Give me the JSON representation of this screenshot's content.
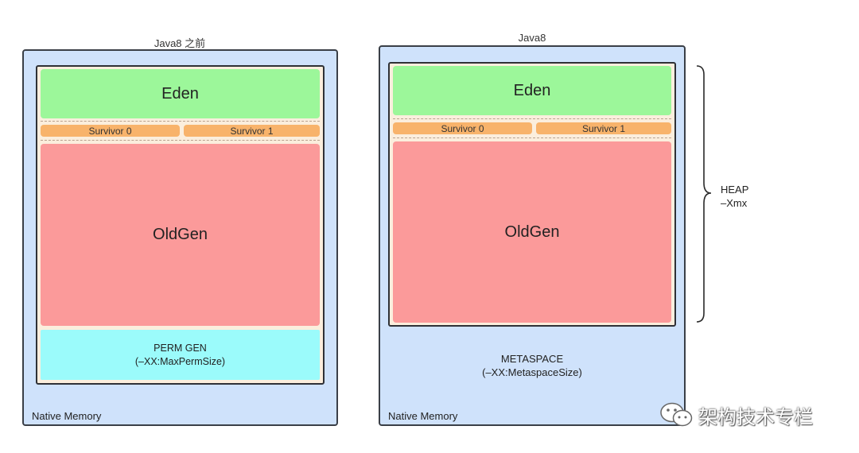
{
  "left": {
    "title": "Java8 之前",
    "eden": "Eden",
    "survivor0": "Survivor 0",
    "survivor1": "Survivor 1",
    "oldgen": "OldGen",
    "perm_line1": "PERM GEN",
    "perm_line2": "(–XX:MaxPermSize)",
    "native": "Native Memory"
  },
  "right": {
    "title": "Java8",
    "eden": "Eden",
    "survivor0": "Survivor 0",
    "survivor1": "Survivor 1",
    "oldgen": "OldGen",
    "meta_line1": "METASPACE",
    "meta_line2": "(–XX:MetaspaceSize)",
    "native": "Native Memory"
  },
  "heap_annotation": {
    "line1": "HEAP",
    "line2": "–Xmx"
  },
  "watermark": {
    "text": "架构技术专栏",
    "icon": "wechat-icon"
  },
  "colors": {
    "native_bg": "#cfe2fb",
    "eden": "#9cf79a",
    "survivor": "#f8b36b",
    "oldgen": "#fb9a9a",
    "permgen": "#9bfbfb",
    "heap_bg": "#fbeedd"
  }
}
